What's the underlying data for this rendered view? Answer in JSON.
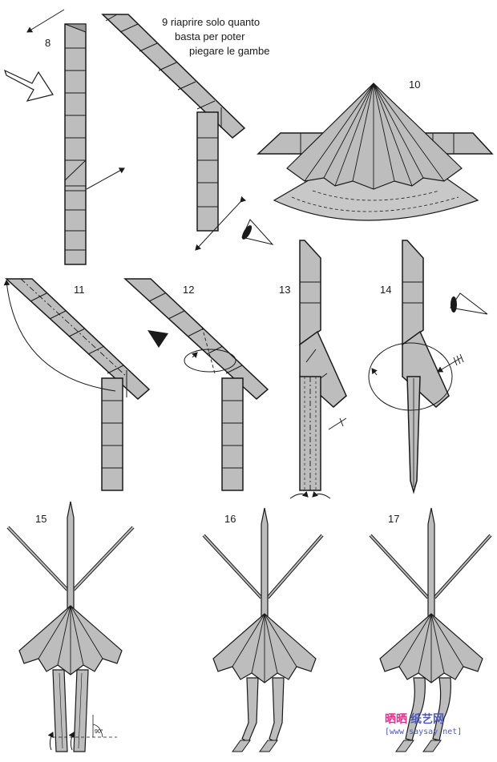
{
  "step_labels": {
    "s8": "8",
    "s10": "10",
    "s11": "11",
    "s12": "12",
    "s13": "13",
    "s14": "14",
    "s15": "15",
    "s16": "16",
    "s17": "17"
  },
  "step9_note": {
    "line1": "9 riaprire solo quanto",
    "line2": "basta per poter",
    "line3": "piegare le gambe"
  },
  "angle_label": "90°",
  "watermark": {
    "site_name_part1": "晒晒",
    "site_name_part2": "纸艺网",
    "url": "[www.saysay.net]"
  },
  "colors": {
    "paper_fill": "#bdbdbd",
    "line": "#1a1a1a",
    "watermark_pink": "#e0308c",
    "watermark_blue": "#4a58b8"
  }
}
